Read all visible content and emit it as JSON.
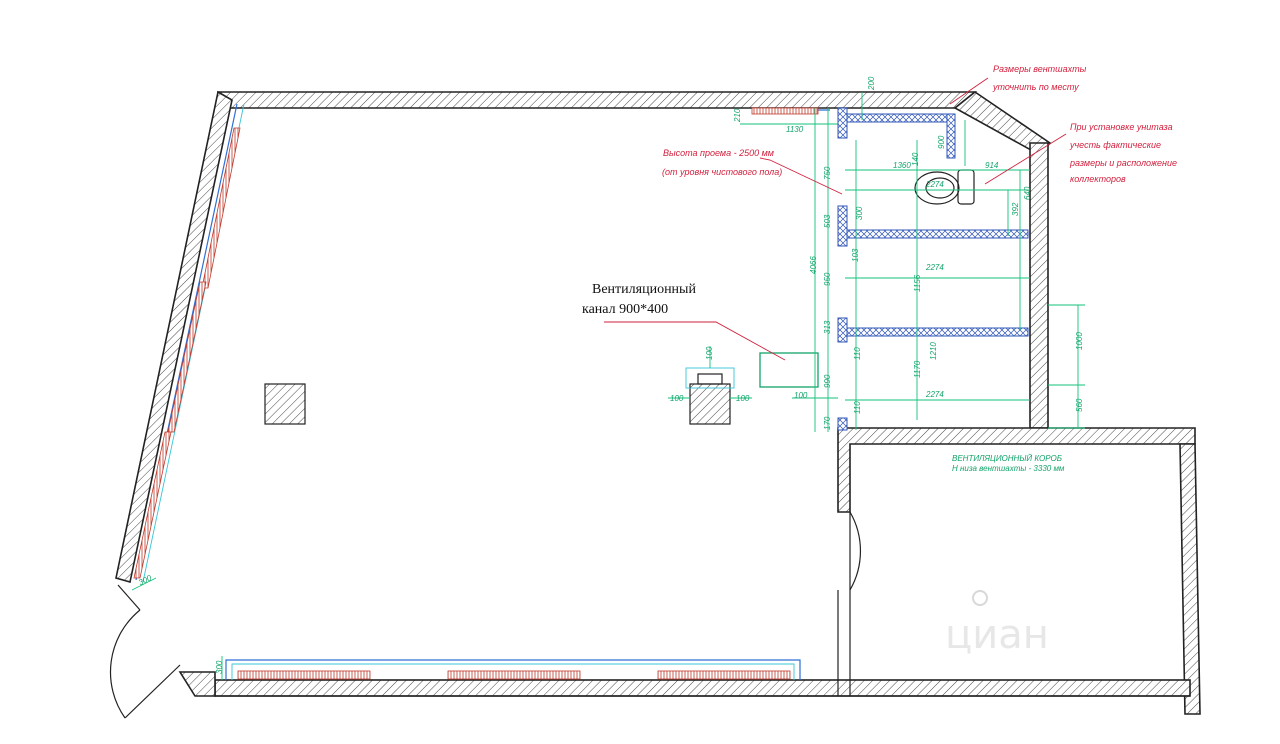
{
  "labels": {
    "vent_channel_line1": "Вентиляционный",
    "vent_channel_line2": "канал 900*400",
    "opening_height_line1": "Высота проема - 2500 мм",
    "opening_height_line2": "(от уровня чистового пола)",
    "duct_size_line1": "Размеры вентшахты",
    "duct_size_line2": "уточнить по месту",
    "toilet_note_line1": "При установке унитаза",
    "toilet_note_line2": "учесть фактические",
    "toilet_note_line3": "размеры и расположение",
    "toilet_note_line4": "коллекторов",
    "vent_box_line1": "ВЕНТИЛЯЦИОННЫЙ КОРОБ",
    "vent_box_line2": "Н низа вентшахты - 3330 мм",
    "watermark": "циан"
  },
  "dims": {
    "d210": "210",
    "d1130": "1130",
    "d200_top": "200",
    "d900": "900",
    "d1360": "1360",
    "d140": "140",
    "d914": "914",
    "d2274_a": "2274",
    "d2274_b": "2274",
    "d2274_c": "2274",
    "d640": "640",
    "d392": "392",
    "d750": "750",
    "d4066": "4066",
    "d503": "503",
    "d300": "300",
    "d103": "103",
    "d950": "950",
    "d1156": "1156",
    "d313": "313",
    "d110_a": "110",
    "d1210": "1210",
    "d1170": "1170",
    "d1000": "1000",
    "d560": "560",
    "d990": "990",
    "d100_a": "100",
    "d100_b": "100",
    "d100_c": "100",
    "d100_d": "100",
    "d110_b": "110",
    "d170": "170",
    "d300_left": "300",
    "d300_bottom": "300"
  },
  "colors": {
    "dimension": "#12c27a",
    "note": "#d21f3c",
    "partition": "#2f55b8",
    "radiator": "#c0392b",
    "vent_box": "#12a46a"
  }
}
